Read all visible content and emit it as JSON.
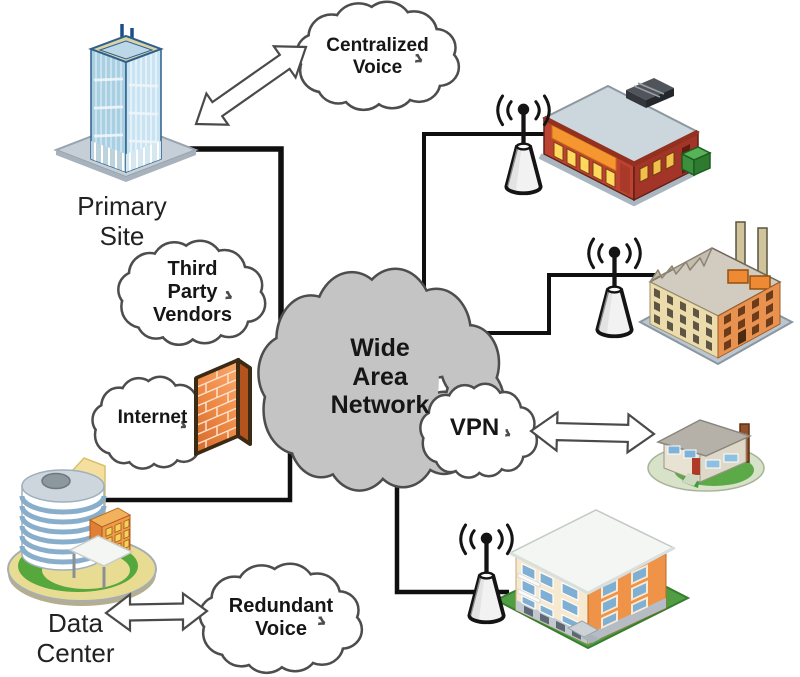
{
  "diagram": {
    "type": "wide-area-network-topology",
    "wan_cloud": {
      "label_lines": [
        "Wide",
        "Area",
        "Network"
      ]
    },
    "clouds": {
      "centralized_voice": {
        "label_lines": [
          "Centralized",
          "Voice"
        ]
      },
      "third_party_vendors": {
        "label_lines": [
          "Third",
          "Party",
          "Vendors"
        ]
      },
      "internet": {
        "label_lines": [
          "Internet"
        ]
      },
      "vpn": {
        "label_lines": [
          "VPN"
        ]
      },
      "redundant_voice": {
        "label_lines": [
          "Redundant",
          "Voice"
        ]
      }
    },
    "sites": {
      "primary_site": {
        "label_lines": [
          "Primary",
          "Site"
        ]
      },
      "data_center": {
        "label_lines": [
          "Data",
          "Center"
        ]
      }
    },
    "icons": {
      "primary_site": "office-tower-icon",
      "retail_site": "retail-store-icon",
      "industrial_site": "factory-icon",
      "vpn_site": "house-icon",
      "residential_site": "apartment-building-icon",
      "data_center": "server-building-icon",
      "security": "firewall-brick-wall-icon",
      "wireless": "wireless-antenna-icon",
      "links": "double-headed-arrow-icon"
    },
    "colors": {
      "wan_cloud_fill": "#c4c4c4",
      "cloud_fill": "#ffffff",
      "cloud_outline": "#4d4d4d",
      "connection_line": "#0f0f0f",
      "firewall_orange": "#ea8544",
      "label_text": "#1c1c1c"
    }
  }
}
